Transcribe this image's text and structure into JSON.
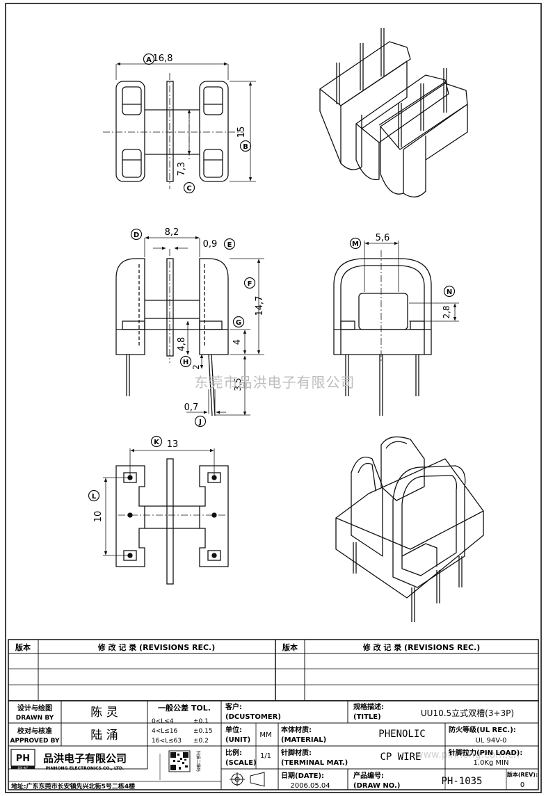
{
  "drawing": {
    "dims_top": {
      "A": "16,8",
      "B": "15",
      "C": "7,3"
    },
    "dims_mid_left": {
      "D": "8,2",
      "E": "0,9",
      "F": "14,7",
      "G": "4",
      "H": "4,8",
      "J": "0,7",
      "small_2": "2",
      "small_3": "3,5"
    },
    "dims_mid_right": {
      "M": "5,6",
      "N": "2,8"
    },
    "dims_bottom": {
      "K": "13",
      "L": "10"
    },
    "watermark_center": "东莞市品洪电子有限公司",
    "watermark_right": "www.pinhong.com.cn"
  },
  "labels": [
    "A",
    "B",
    "C",
    "D",
    "E",
    "F",
    "G",
    "H",
    "J",
    "K",
    "L",
    "M",
    "N"
  ],
  "revisions": {
    "col_version": "版本",
    "col_records": "修 改 记 录 (REVISIONS REC.)"
  },
  "title_block": {
    "designer_cn": "设计与绘图",
    "designer_en": "DRAWN BY",
    "designer_name": "陈 灵",
    "checker_cn": "校对与核准",
    "checker_en": "APPROVED BY",
    "checker_name": "陆 涌",
    "tol_title": "一般公差 TOL.",
    "tol_rows": [
      {
        "range": "0<L≤4",
        "val": "±0.1"
      },
      {
        "range": "4<L≤16",
        "val": "±0.15"
      },
      {
        "range": "16<L≤63",
        "val": "±0.2"
      }
    ],
    "customer_cn": "客户:",
    "customer_en": "(DCUSTOMER)",
    "spec_cn": "规格描述:",
    "spec_en": "(TITLE)",
    "spec_value": "UU10.5立式双槽(3+3P)",
    "unit_cn": "单位:",
    "unit_en": "(UNIT)",
    "unit_value": "MM",
    "material_cn": "本体材质:",
    "material_en": "(MATERIAL)",
    "material_value": "PHENOLIC",
    "fire_cn": "防火等级(UL REC.):",
    "fire_value": "UL 94V-0",
    "scale_cn": "比例:",
    "scale_en": "(SCALE)",
    "scale_value": "1/1",
    "terminal_cn": "针脚材质:",
    "terminal_en": "(TERMINAL MAT.)",
    "terminal_value": "CP WIRE",
    "pinload_cn": "针脚拉力(PIN LOAD):",
    "pinload_value": "1.0Kg MIN",
    "date_cn": "日期(DATE):",
    "date_value": "2006.05.04",
    "drawno_cn": "产品编号:",
    "drawno_en": "(DRAW NO.)",
    "drawno_value": "PH-1035",
    "rev_cn": "版本(REV):",
    "rev_value": "0",
    "company_cn": "品洪电子有限公司",
    "company_en": "PINHONG ELECTRONICS CO., LTD.",
    "logo_text": "PH",
    "logo_sub": "品洪 电子",
    "qr_caption": "扫描二维码",
    "address": "地址:广东东莞市长安镇先兴北街5号二栋4楼"
  }
}
